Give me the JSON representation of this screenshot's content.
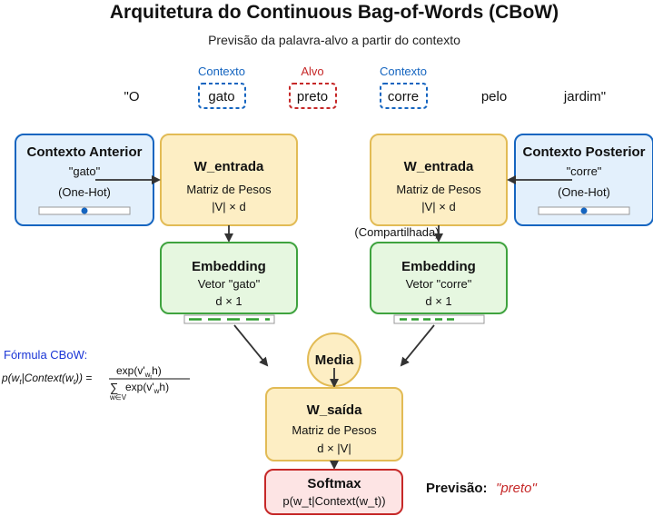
{
  "title": "Arquitetura do Continuous Bag-of-Words (CBoW)",
  "subtitle": "Previsão da palavra-alvo a partir do contexto",
  "sentence": {
    "words": [
      "\"O",
      "gato",
      "preto",
      "corre",
      "pelo",
      "jardim\""
    ],
    "tags": {
      "context_left": "Contexto",
      "target": "Alvo",
      "context_right": "Contexto"
    }
  },
  "left_context": {
    "title": "Contexto Anterior",
    "word": "\"gato\"",
    "encoding": "(One-Hot)"
  },
  "right_context": {
    "title": "Contexto Posterior",
    "word": "\"corre\"",
    "encoding": "(One-Hot)"
  },
  "w_in_left": {
    "title": "W_entrada",
    "line1": "Matriz de Pesos",
    "line2": "|V| × d"
  },
  "w_in_right": {
    "title": "W_entrada",
    "line1": "Matriz de Pesos",
    "line2": "|V| × d"
  },
  "shared_label": "(Compartilhada)",
  "emb_left": {
    "title": "Embedding",
    "line1": "Vetor \"gato\"",
    "line2": "d × 1"
  },
  "emb_right": {
    "title": "Embedding",
    "line1": "Vetor \"corre\"",
    "line2": "d × 1"
  },
  "media_label": "Media",
  "w_out": {
    "title": "W_saída",
    "line1": "Matriz de Pesos",
    "line2": "d × |V|"
  },
  "softmax": {
    "title": "Softmax",
    "formula": "p(w_t|Context(w_t))"
  },
  "prediction": {
    "label": "Previsão:",
    "value": "\"preto\""
  },
  "formula": {
    "heading": "Fórmula CBoW:",
    "lhs": "p(w",
    "lhs_sub": "t",
    "lhs_mid": "|Context(w",
    "lhs_sub2": "t",
    "lhs_end": ")) =",
    "numerator": "exp(v'",
    "num_sub": "w",
    "num_subsub": "t",
    "num_end": "h)",
    "sum_symbol": "∑",
    "denominator": "exp(v'",
    "den_sub": "w",
    "den_end": "h)",
    "sum_range": "w∈V"
  },
  "colors": {
    "context_blue": "#1565c0",
    "target_red": "#c62828",
    "box_blue_fill": "#e3f0fc",
    "box_orange_fill": "#fdeec4",
    "box_orange_stroke": "#e2bb55",
    "box_green_fill": "#e6f7e0",
    "box_green_stroke": "#3fa33f",
    "box_red_fill": "#fde4e4",
    "box_red_stroke": "#c62828",
    "formula_blue": "#1a35d6"
  }
}
